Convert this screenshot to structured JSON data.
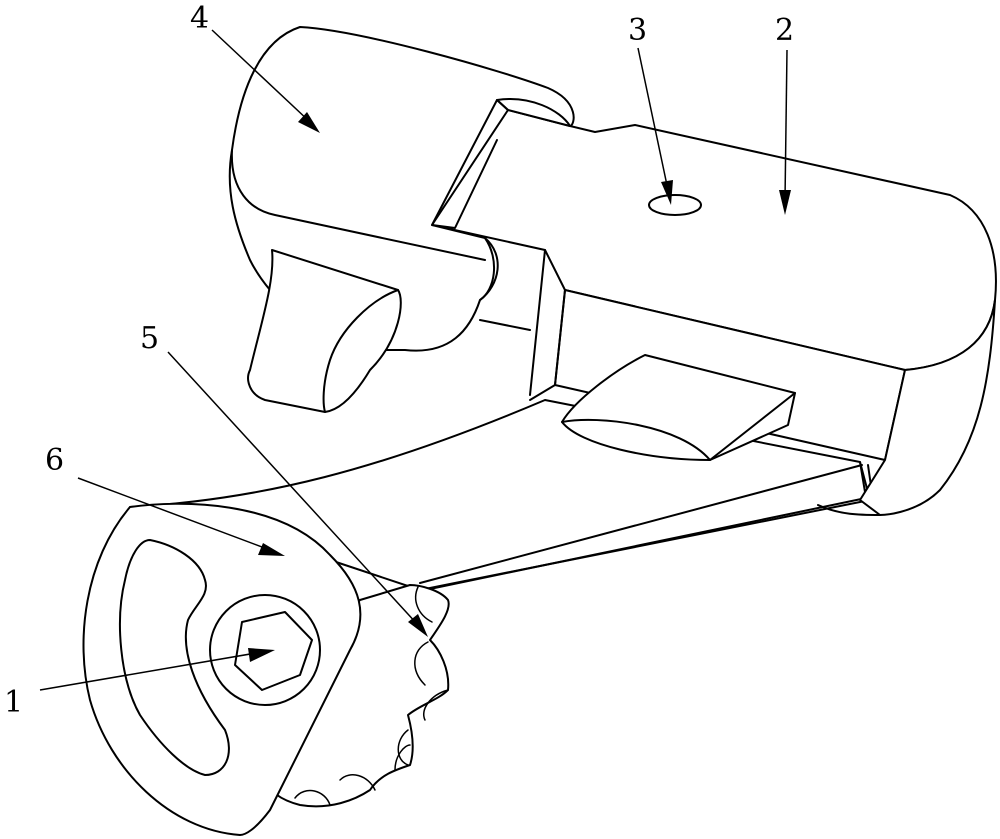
{
  "figure": {
    "background": "#ffffff",
    "line_color": "#000000",
    "callouts": [
      {
        "id": "label-1",
        "text": "1"
      },
      {
        "id": "label-2",
        "text": "2"
      },
      {
        "id": "label-3",
        "text": "3"
      },
      {
        "id": "label-4",
        "text": "4"
      },
      {
        "id": "label-5",
        "text": "5"
      },
      {
        "id": "label-6",
        "text": "6"
      }
    ]
  }
}
